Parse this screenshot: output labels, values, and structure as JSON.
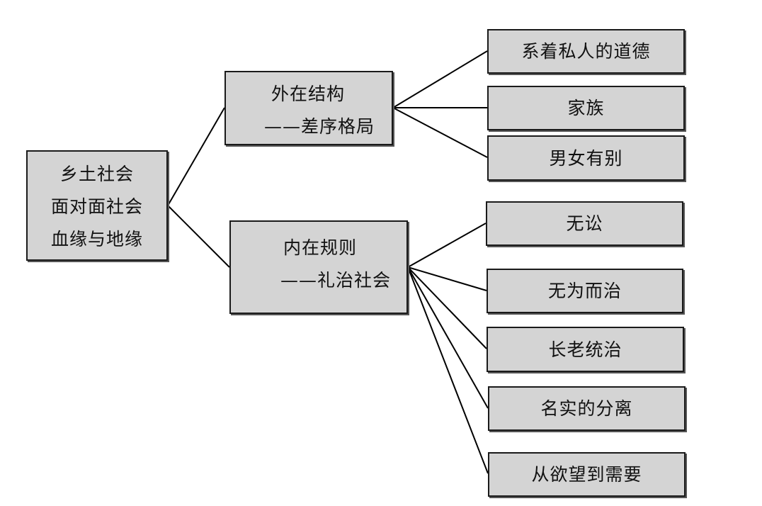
{
  "root": {
    "lines": [
      "乡土社会",
      "面对面社会",
      "血缘与地缘"
    ]
  },
  "branches": [
    {
      "title": "外在结构",
      "subtitle": "——差序格局",
      "children": [
        "系着私人的道德",
        "家族",
        "男女有别"
      ]
    },
    {
      "title": "内在规则",
      "subtitle": "——礼治社会",
      "children": [
        "无讼",
        "无为而治",
        "长老统治",
        "名实的分离",
        "从欲望到需要"
      ]
    }
  ],
  "colors": {
    "box_fill": "#d4d4d4",
    "box_border": "#1a1a1a",
    "connector": "#000000",
    "background": "#ffffff"
  }
}
